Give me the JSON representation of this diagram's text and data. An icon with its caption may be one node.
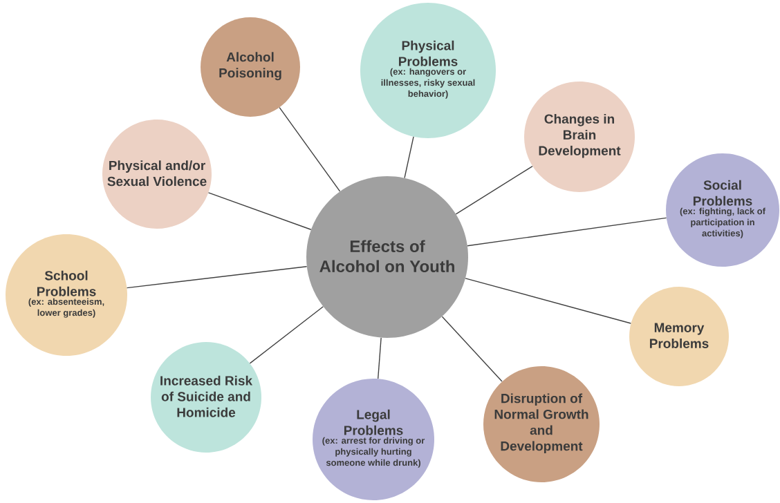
{
  "diagram": {
    "nodes": [
      {
        "text": [
          "Effects of Alcohol on Youth"
        ]
      },
      {
        "text": [
          "Alcohol Poisoning"
        ]
      },
      {
        "text": [
          "Physical Problems",
          "(ex: hangovers or illnesses, risky sexual behavior)"
        ]
      },
      {
        "text": [
          "Changes in Brain Development"
        ]
      },
      {
        "text": [
          "Physical and/or Sexual Violence"
        ]
      },
      {
        "text": [
          "Social Problems",
          "(ex: fighting, lack of participation in activities)"
        ]
      },
      {
        "text": [
          "School Problems",
          "(ex: absenteeism, lower grades)"
        ]
      },
      {
        "text": [
          "Memory Problems"
        ]
      },
      {
        "text": [
          "Increased Risk of Suicide and Homicide"
        ]
      },
      {
        "text": [
          "Legal Problems",
          "(ex: arrest for driving or physically hurting someone while drunk)"
        ]
      },
      {
        "text": [
          "Disruption of Normal Growth and Development"
        ]
      }
    ],
    "edges": [
      {
        "from": 0,
        "to": 1,
        "arrow": "none"
      },
      {
        "from": 0,
        "to": 2,
        "arrow": "none"
      },
      {
        "from": 0,
        "to": 3,
        "arrow": "none"
      },
      {
        "from": 0,
        "to": 4,
        "arrow": "none"
      },
      {
        "from": 0,
        "to": 5,
        "arrow": "none"
      },
      {
        "from": 0,
        "to": 6,
        "arrow": "none"
      },
      {
        "from": 0,
        "to": 7,
        "arrow": "none"
      },
      {
        "from": 0,
        "to": 8,
        "arrow": "none"
      },
      {
        "from": 0,
        "to": 9,
        "arrow": "none"
      },
      {
        "from": 0,
        "to": 10,
        "arrow": "none"
      }
    ]
  }
}
